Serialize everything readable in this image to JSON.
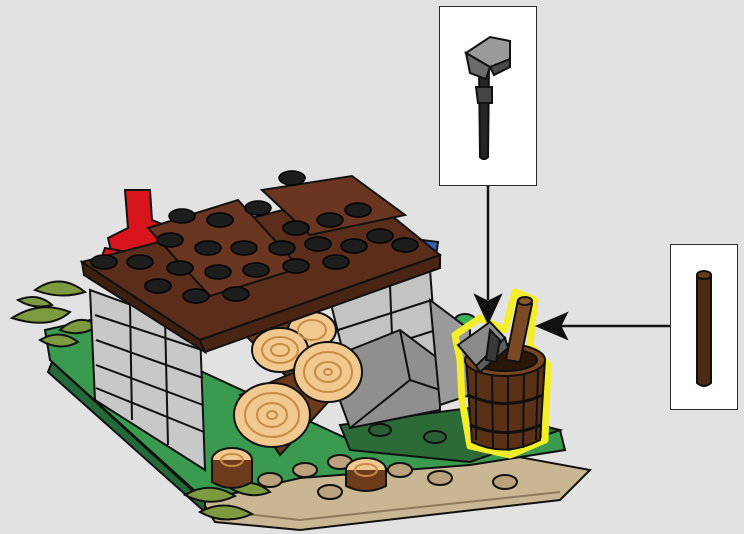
{
  "instruction_step": {
    "callouts": [
      {
        "part": "hammer-axe-head-on-handle",
        "target": "barrel"
      },
      {
        "part": "brown-bar",
        "target": "barrel"
      }
    ]
  },
  "colors": {
    "background": "#e2e2e2",
    "roof_brown": "#5a2e1a",
    "stone_gray": "#c8c8c8",
    "dark_gray": "#6f6f6f",
    "log_face": "#f1c88f",
    "log_ring": "#c88b45",
    "base_green": "#3a9a4f",
    "tan_plate": "#c9b692",
    "foliage": "#6f8f3b",
    "red_part": "#d8141c",
    "highlight_yellow": "#f4ee2a",
    "callout_border": "#2b2b2b"
  }
}
